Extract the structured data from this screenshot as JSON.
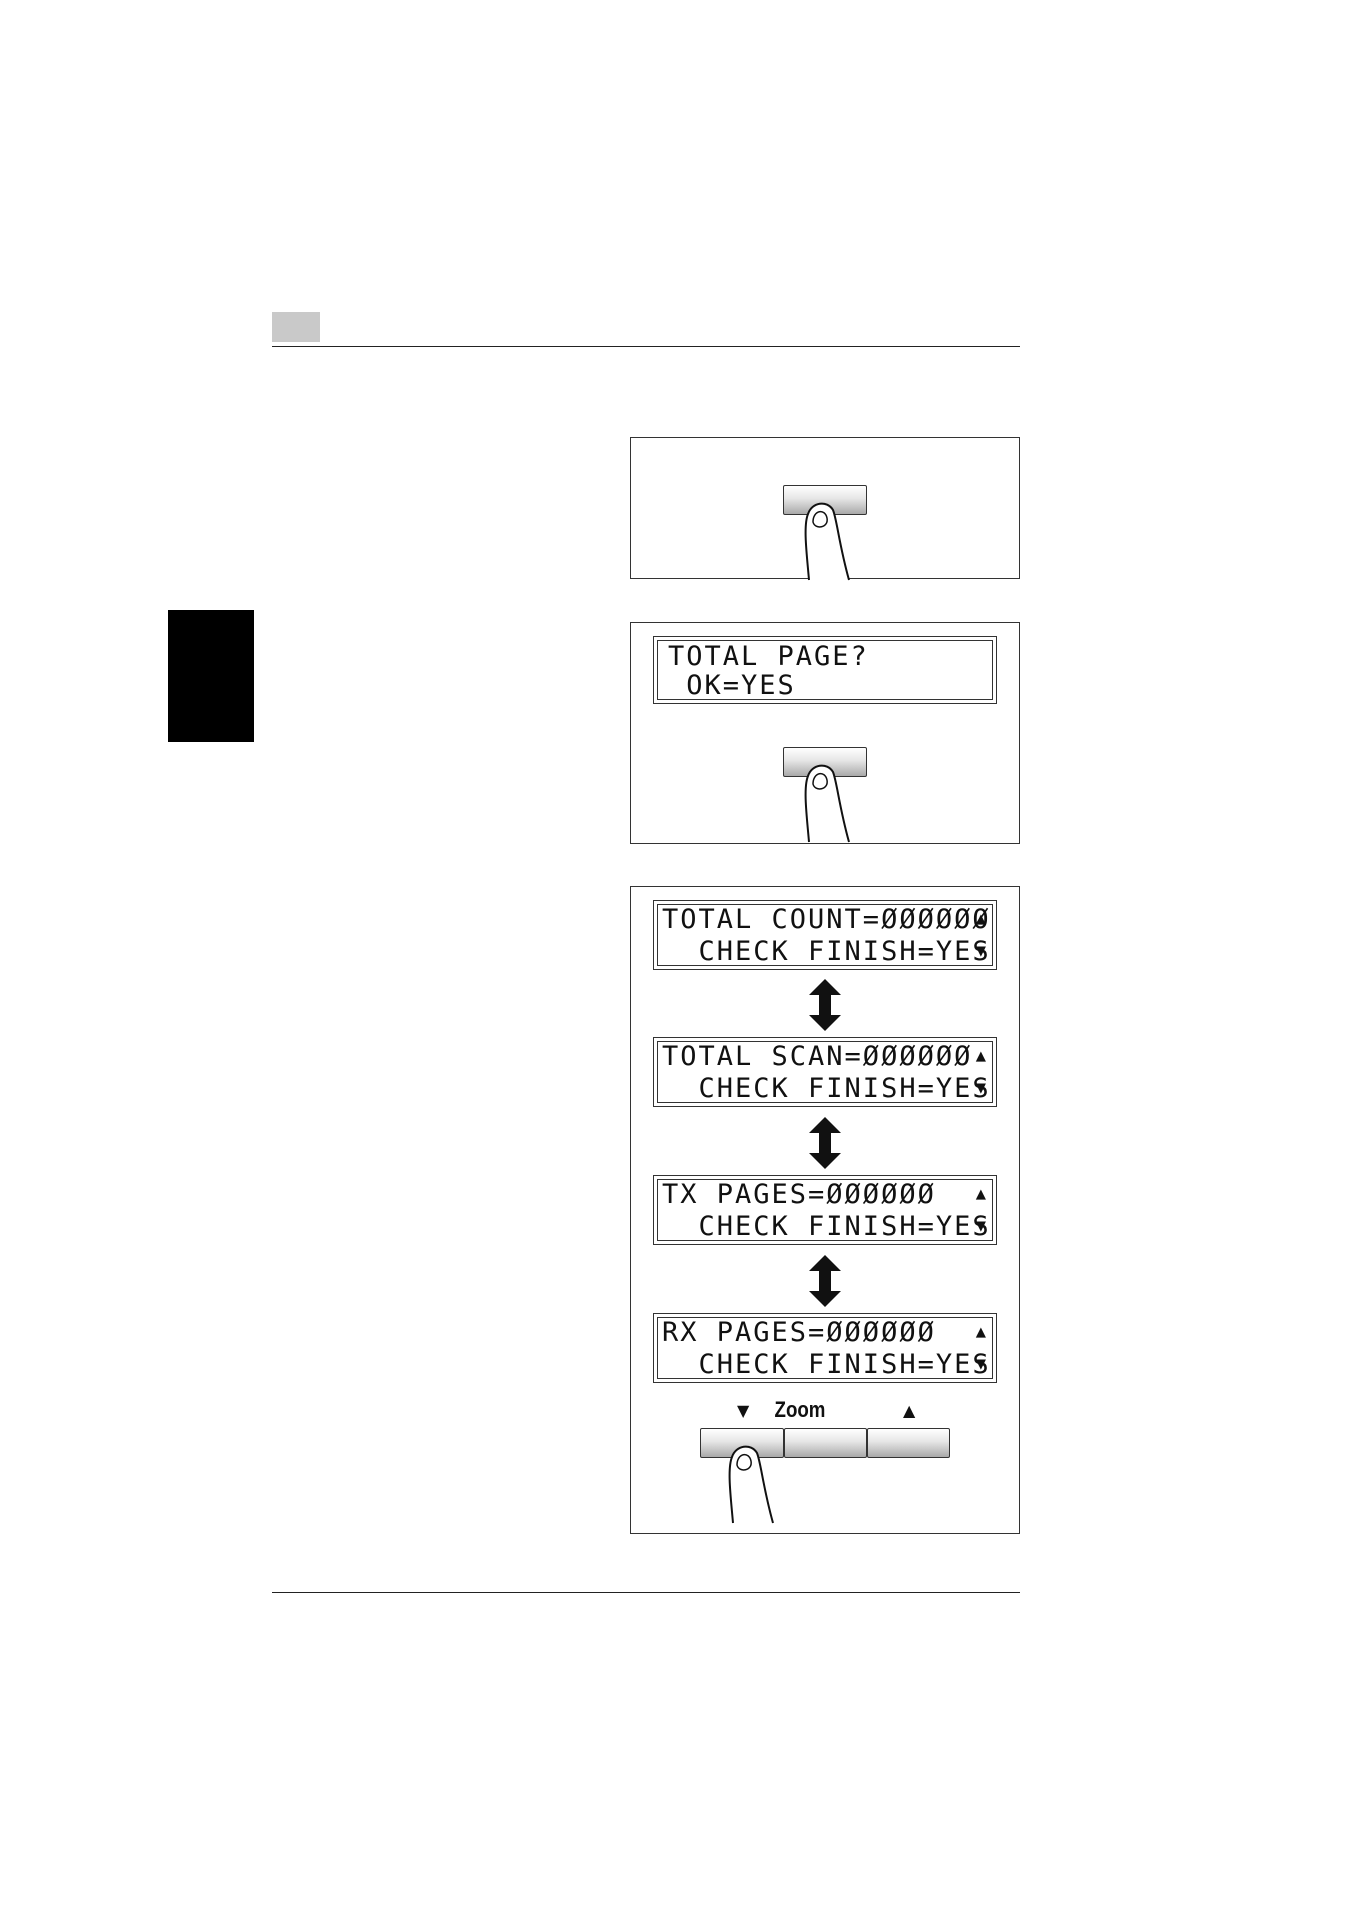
{
  "displays": {
    "total_page": {
      "line1": "TOTAL PAGE?",
      "line2": " OK=YES"
    },
    "counters": [
      {
        "line1": "TOTAL COUNT=ØØØØØØ",
        "line2": "  CHECK FINISH=YES"
      },
      {
        "line1": "TOTAL SCAN=ØØØØØØ",
        "line2": "  CHECK FINISH=YES"
      },
      {
        "line1": "TX PAGES=ØØØØØØ",
        "line2": "  CHECK FINISH=YES"
      },
      {
        "line1": "RX PAGES=ØØØØØØ",
        "line2": "  CHECK FINISH=YES"
      }
    ],
    "scroll_up_glyph": "▲",
    "scroll_down_glyph": "▼"
  },
  "control_panel": {
    "down_label": "▼",
    "zoom_label": "Zoom",
    "up_label": "▲"
  },
  "icons": [
    "finger-press-icon",
    "double-arrow-icon"
  ]
}
